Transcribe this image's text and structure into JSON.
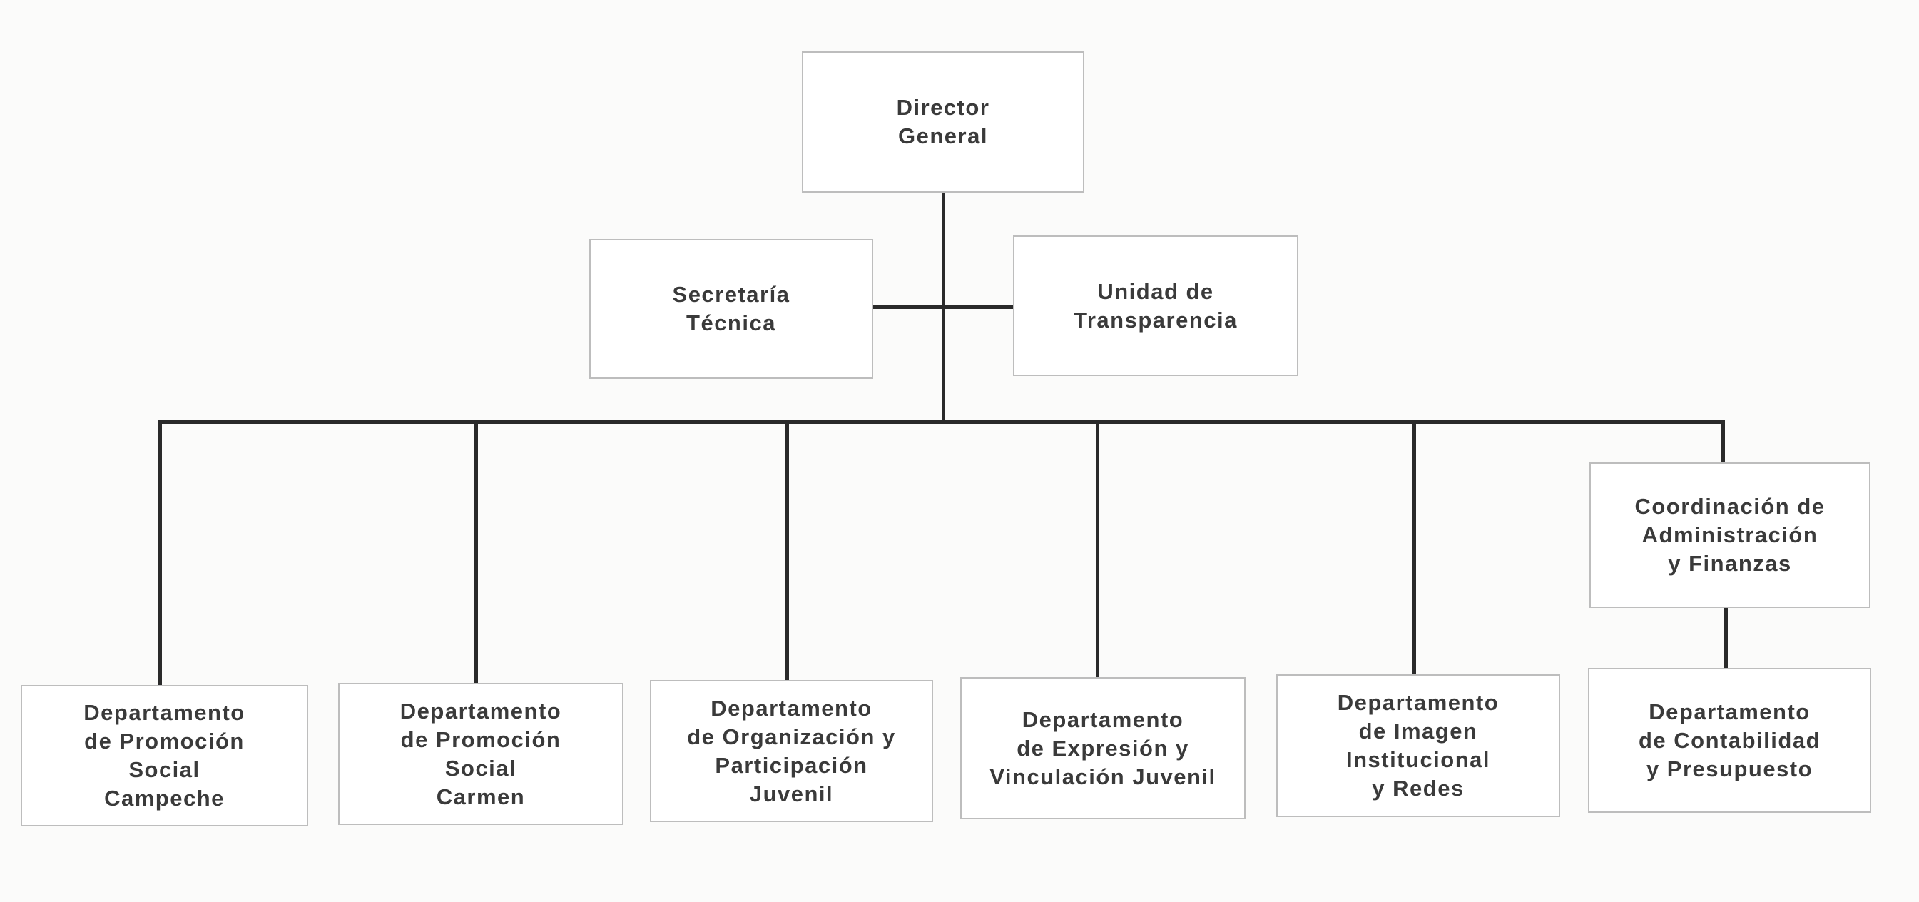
{
  "org": {
    "director": "Director\nGeneral",
    "secretaria": "Secretaría\nTécnica",
    "transparencia": "Unidad de\nTransparencia",
    "coordinacion": "Coordinación de\nAdministración\ny Finanzas",
    "departments": [
      "Departamento\nde Promoción\nSocial\nCampeche",
      "Departamento\nde Promoción\nSocial\nCarmen",
      "Departamento\nde Organización y\nParticipación\nJuvenil",
      "Departamento\nde Expresión y\nVinculación Juvenil",
      "Departamento\nde Imagen\nInstitucional\ny Redes",
      "Departamento\nde Contabilidad\ny Presupuesto"
    ]
  }
}
